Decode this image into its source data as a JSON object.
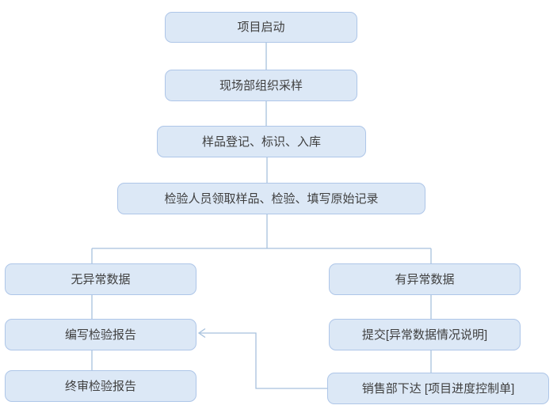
{
  "diagram": {
    "type": "flowchart",
    "colors": {
      "node_fill": "#dce8f6",
      "node_border": "#aec6e8",
      "connector": "#a7c1dd",
      "text": "#3f3f3f",
      "background": "#ffffff"
    },
    "nodes": [
      {
        "id": "start",
        "label": "项目启动"
      },
      {
        "id": "sampling",
        "label": "现场部组织采样"
      },
      {
        "id": "register",
        "label": "样品登记、标识、入库"
      },
      {
        "id": "inspect",
        "label": "检验人员领取样品、检验、填写原始记录"
      },
      {
        "id": "no-abnormal",
        "label": "无异常数据"
      },
      {
        "id": "abnormal",
        "label": "有异常数据"
      },
      {
        "id": "write-report",
        "label": "编写检验报告"
      },
      {
        "id": "submit-note",
        "label": "提交[异常数据情况说明]"
      },
      {
        "id": "final-review",
        "label": "终审检验报告"
      },
      {
        "id": "sales-issue",
        "label": "销售部下达 [项目进度控制单]"
      }
    ],
    "edges": [
      {
        "from": "start",
        "to": "sampling",
        "arrow": false
      },
      {
        "from": "sampling",
        "to": "register",
        "arrow": false
      },
      {
        "from": "register",
        "to": "inspect",
        "arrow": false
      },
      {
        "from": "inspect",
        "to": "no-abnormal",
        "arrow": false
      },
      {
        "from": "inspect",
        "to": "abnormal",
        "arrow": false
      },
      {
        "from": "no-abnormal",
        "to": "write-report",
        "arrow": false
      },
      {
        "from": "write-report",
        "to": "final-review",
        "arrow": false
      },
      {
        "from": "abnormal",
        "to": "submit-note",
        "arrow": false
      },
      {
        "from": "submit-note",
        "to": "sales-issue",
        "arrow": false
      },
      {
        "from": "sales-issue",
        "to": "write-report",
        "arrow": true
      }
    ]
  }
}
